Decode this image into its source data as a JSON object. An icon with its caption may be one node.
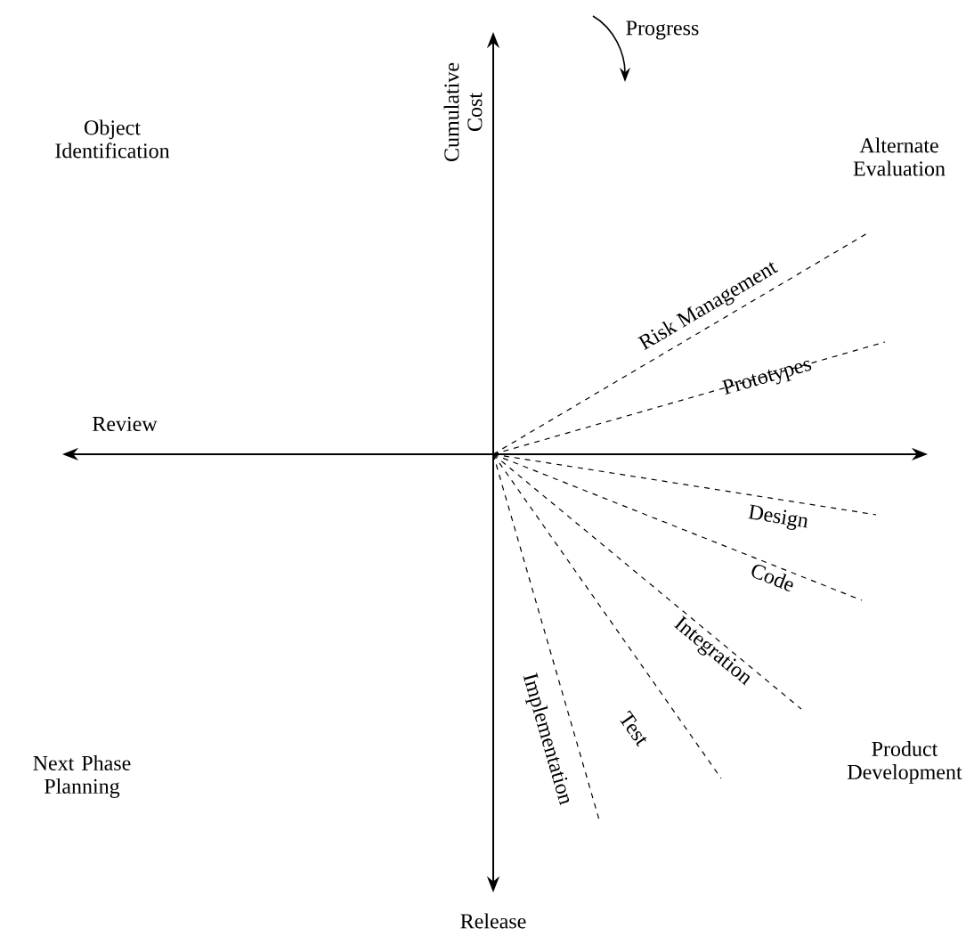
{
  "diagram": {
    "labels": [
      "Progress",
      "Object Identification",
      "Cumulative Cost",
      "Alternate Evaluation",
      "Risk Management",
      "Prototypes",
      "Review",
      "Design",
      "Code",
      "Integration",
      "Test",
      "Implementation",
      "Next Phase Planning",
      "Product Development",
      "Release"
    ]
  }
}
